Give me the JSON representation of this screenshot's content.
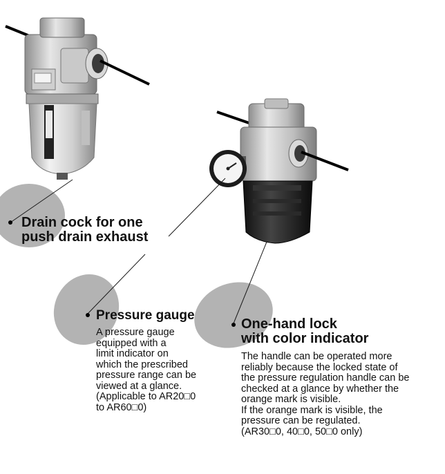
{
  "callouts": {
    "drain": {
      "title_lines": [
        "Drain cock for one",
        " push drain exhaust"
      ]
    },
    "gauge": {
      "title": "Pressure gauge",
      "body_lines": [
        "A pressure gauge",
        "equipped with a",
        "limit indicator on",
        "which the prescribed",
        "pressure range can be",
        "viewed at a glance.",
        "(Applicable to AR20□0",
        "to AR60□0)"
      ]
    },
    "lock": {
      "title_lines": [
        "One-hand lock",
        "with color indicator"
      ],
      "body_lines": [
        "The handle can be operated more",
        "reliably because the locked state of",
        "the pressure regulation handle can be",
        "checked at a glance by whether the",
        "orange mark is visible.",
        "If the orange mark is visible, the",
        "pressure can be regulated.",
        "(AR30□0, 40□0, 50□0 only)"
      ]
    }
  },
  "colors": {
    "highlight_ellipse": "#b3b3b3",
    "leader_line": "#1a1a1a",
    "shaft": "#000000"
  }
}
